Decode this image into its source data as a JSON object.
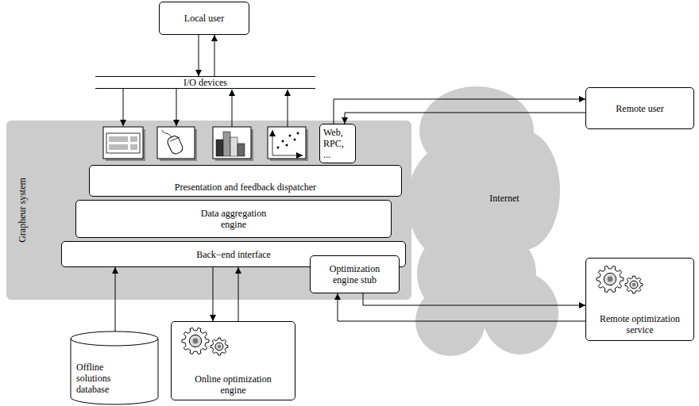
{
  "diagram": {
    "nodes": [
      {
        "text": [
          "Local user"
        ]
      },
      {
        "text": [
          "I/O devices"
        ]
      },
      {
        "text": [
          "Grapheur system"
        ]
      },
      {
        "text": [
          "Web, RPC, ..."
        ],
        "in": 2
      },
      {
        "text": [
          "Presentation and feedback dispatcher"
        ],
        "in": 2
      },
      {
        "text": [
          "Data aggregation engine"
        ],
        "in": 2
      },
      {
        "text": [
          "Back−end interface"
        ],
        "in": 2
      },
      {
        "text": [
          "Optimization engine stub"
        ],
        "in": 2
      },
      {
        "text": [
          "Internet"
        ]
      },
      {
        "text": [
          "Remote user"
        ]
      },
      {
        "text": [
          "Offline solutions database"
        ]
      },
      {
        "text": [
          "Online optimization engine"
        ]
      },
      {
        "text": [
          "Remote optimization service"
        ]
      }
    ],
    "edges": [
      {
        "from": 0,
        "to": 1,
        "arrow": "to"
      },
      {
        "from": 1,
        "to": 0,
        "arrow": "to"
      },
      {
        "from": 3,
        "to": 9,
        "arrow": "to"
      },
      {
        "from": 9,
        "to": 3,
        "arrow": "to"
      },
      {
        "from": 10,
        "to": 6,
        "arrow": "to"
      },
      {
        "from": 6,
        "to": 11,
        "arrow": "to"
      },
      {
        "from": 11,
        "to": 6,
        "arrow": "to"
      },
      {
        "from": 7,
        "to": 12,
        "arrow": "to"
      },
      {
        "from": 12,
        "to": 7,
        "arrow": "to"
      }
    ]
  }
}
